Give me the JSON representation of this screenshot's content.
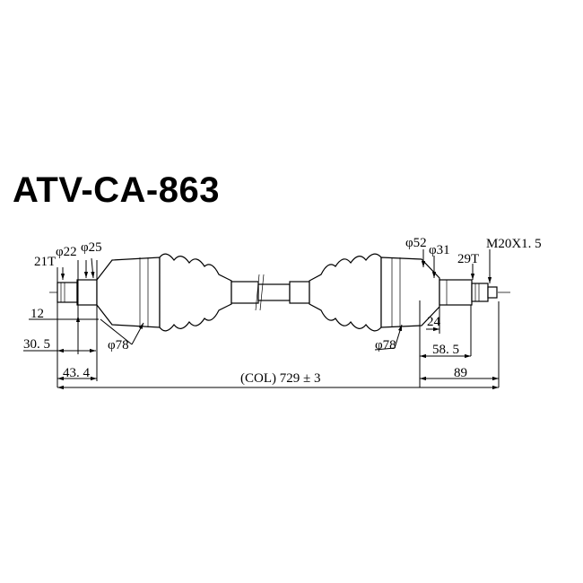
{
  "title": "ATV-CA-863",
  "labels": {
    "teeth_left": "21T",
    "dia_22": "φ22",
    "dia_25": "φ25",
    "len_12": "12",
    "len_30_5": "30. 5",
    "len_43_4": "43. 4",
    "dia_78_left": "φ78",
    "overall": "(COL) 729 ± 3",
    "dia_52": "φ52",
    "dia_31": "φ31",
    "teeth_right": "29T",
    "thread": "M20X1. 5",
    "len_24": "24",
    "dia_78_right": "φ78",
    "len_58_5": "58. 5",
    "len_89": "89"
  }
}
